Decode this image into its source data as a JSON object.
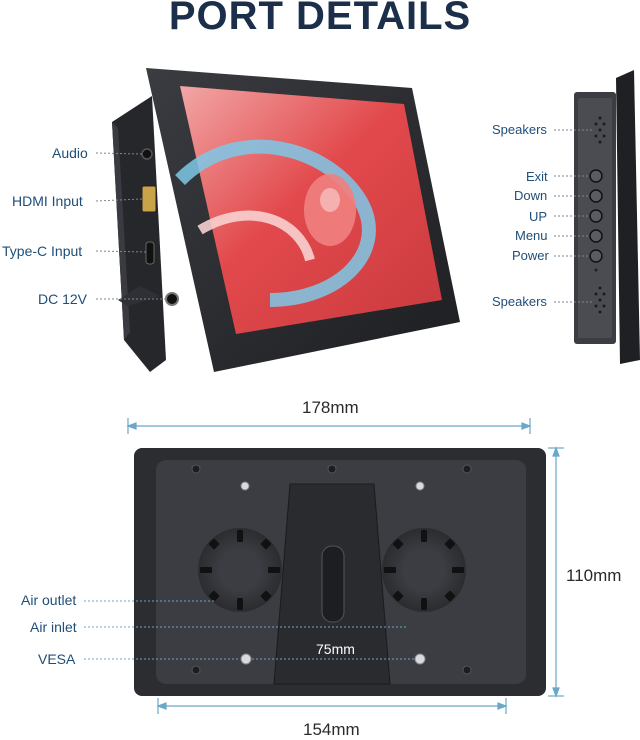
{
  "title": "PORT DETAILS",
  "ports_left": [
    "Audio",
    "HDMI Input",
    "Type-C Input",
    "DC 12V"
  ],
  "side_buttons": {
    "speakers_top": "Speakers",
    "exit": "Exit",
    "down": "Down",
    "up": "UP",
    "menu": "Menu",
    "power": "Power",
    "speakers_bottom": "Speakers"
  },
  "back_labels": {
    "air_outlet": "Air outlet",
    "air_inlet": "Air inlet",
    "vesa": "VESA",
    "vesa_spacing": "75mm"
  },
  "dimensions": {
    "width": "178mm",
    "height": "110mm",
    "inner_width": "154mm"
  },
  "colors": {
    "label_blue": "#1f4e79",
    "device_dark": "#2b2d31",
    "screen_red": "#e2494c"
  }
}
